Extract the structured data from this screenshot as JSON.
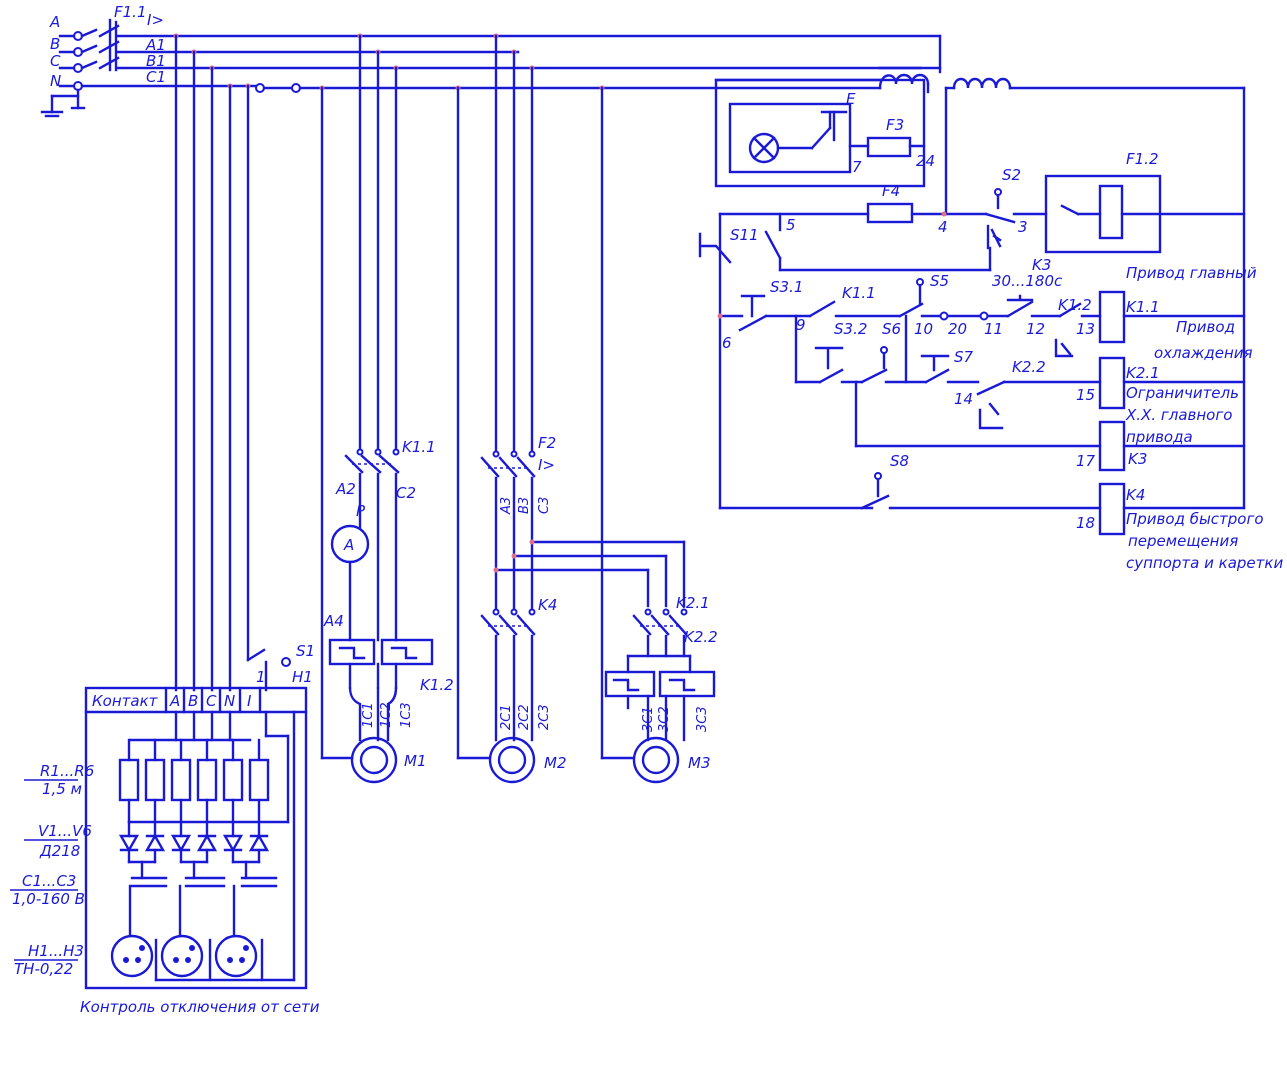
{
  "diagram": {
    "colors": {
      "wire": "#1a1ad6",
      "junction": "#e0708a",
      "background": "#ffffff"
    },
    "supply": {
      "phases": [
        "A",
        "B",
        "C",
        "N"
      ],
      "breaker": "F1.1",
      "breaker_mark": "I>",
      "buses": [
        "A1",
        "B1",
        "C1"
      ]
    },
    "control_panel": {
      "headers": [
        "Контакт",
        "A",
        "B",
        "C",
        "N",
        "I"
      ],
      "caption": "Контроль отключения от сети",
      "switch": "S1",
      "switch_lamp": "H1",
      "switch_pin": "1",
      "legend": [
        {
          "ref": "R1...R6",
          "spec": "1,5 м"
        },
        {
          "ref": "V1...V6",
          "spec": "Д218"
        },
        {
          "ref": "C1...C3",
          "spec": "1,0-160 В"
        },
        {
          "ref": "H1...H3",
          "spec": "ТН-0,22"
        }
      ]
    },
    "motors": [
      {
        "name": "M1",
        "contactor": "K1.1",
        "terminals": [
          "A2",
          "C2"
        ],
        "meter": "A",
        "meter_label": "P",
        "meter_term": "A4",
        "overload": "K1.2",
        "windings": [
          "1C1",
          "1C2",
          "1C3"
        ]
      },
      {
        "name": "M2",
        "breaker": "F2",
        "breaker_mark": "I>",
        "terminals": [
          "A3",
          "B3",
          "C3"
        ],
        "contactor": "K4",
        "windings": [
          "2C1",
          "2C2",
          "2C3"
        ]
      },
      {
        "name": "M3",
        "contactor": "K2.1",
        "overload": "K2.2",
        "windings": [
          "3C1",
          "3C2",
          "3C3"
        ]
      }
    ],
    "control_circuit": {
      "lamp": "E",
      "lamp_node": "7",
      "fuses": [
        "F3",
        "F4"
      ],
      "fuse_node": "24",
      "relay_main": "F1.2",
      "switches": [
        "S2",
        "S11",
        "S3.1",
        "S3.2",
        "S5",
        "S6",
        "S7",
        "S8"
      ],
      "contacts": [
        "K1.1",
        "K1.2",
        "K2.2",
        "K3"
      ],
      "timer": "30...180с",
      "nodes": [
        "4",
        "3",
        "5",
        "6",
        "9",
        "10",
        "20",
        "11",
        "12",
        "13",
        "14",
        "15",
        "17",
        "18"
      ],
      "coils": [
        {
          "name": "K1.1",
          "node": "13",
          "purpose": [
            "Привод",
            "охлаждения"
          ]
        },
        {
          "name": "K2.1",
          "node": "15",
          "purpose": [
            "Ограничитель",
            "Х.Х. главного",
            "привода"
          ]
        },
        {
          "name": "K3",
          "node": "17",
          "purpose": []
        },
        {
          "name": "K4",
          "node": "18",
          "purpose": [
            "Привод быстрого",
            "перемещения",
            "суппорта и каретки"
          ]
        }
      ],
      "main_drive_label": "Привод главный"
    }
  }
}
